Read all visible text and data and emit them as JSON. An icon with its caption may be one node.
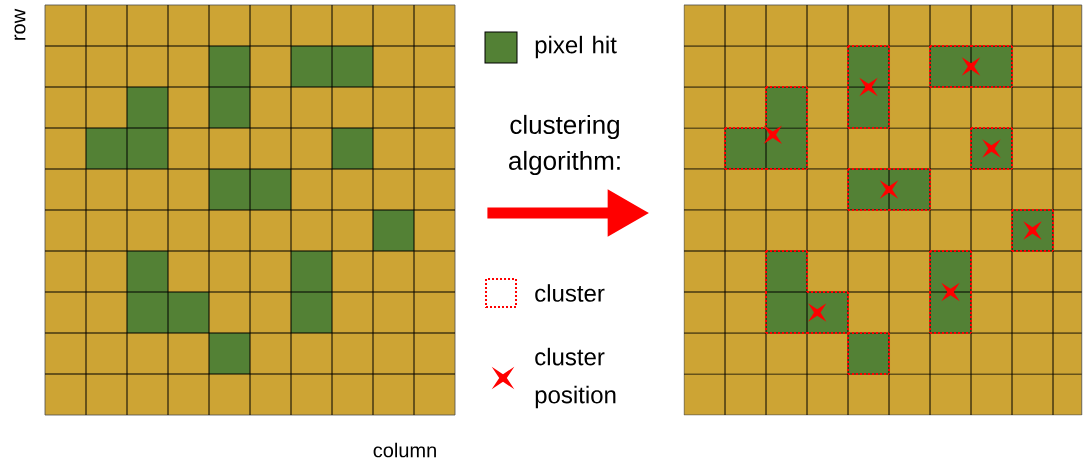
{
  "diagram": {
    "nodes": [
      {
        "text": [],
        "shape": "picture",
        "beside": [
          "row",
          "column"
        ]
      },
      {
        "text": [],
        "shape": "picture"
      }
    ],
    "edges": [
      {
        "from": 0,
        "to": 1,
        "arrow": "to",
        "label": "clustering algorithm:",
        "color": "#ff0000"
      }
    ],
    "legend": [
      {
        "text": "pixel hit",
        "color": "#538135"
      },
      {
        "text": "cluster"
      },
      {
        "text": "cluster position"
      }
    ]
  }
}
